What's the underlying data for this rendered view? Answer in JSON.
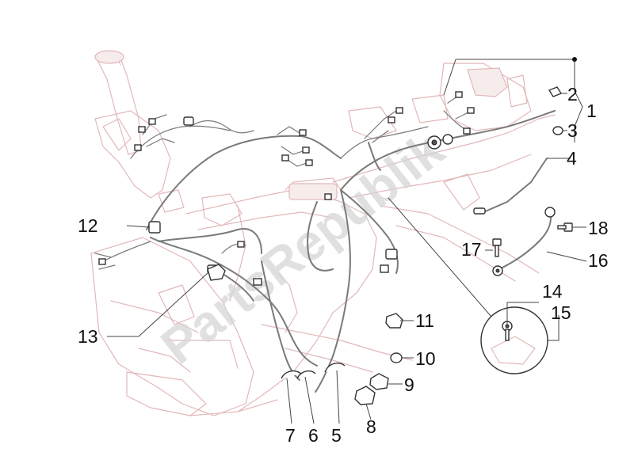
{
  "diagram": {
    "watermark": "PartsRepublik",
    "callouts": [
      "1",
      "2",
      "3",
      "4",
      "5",
      "6",
      "7",
      "8",
      "9",
      "10",
      "11",
      "12",
      "13",
      "14",
      "15",
      "16",
      "17",
      "18"
    ],
    "colors": {
      "frame": "#e2b8b8",
      "harness": "#7a7a7a",
      "line": "#444444",
      "text": "#111111"
    }
  }
}
